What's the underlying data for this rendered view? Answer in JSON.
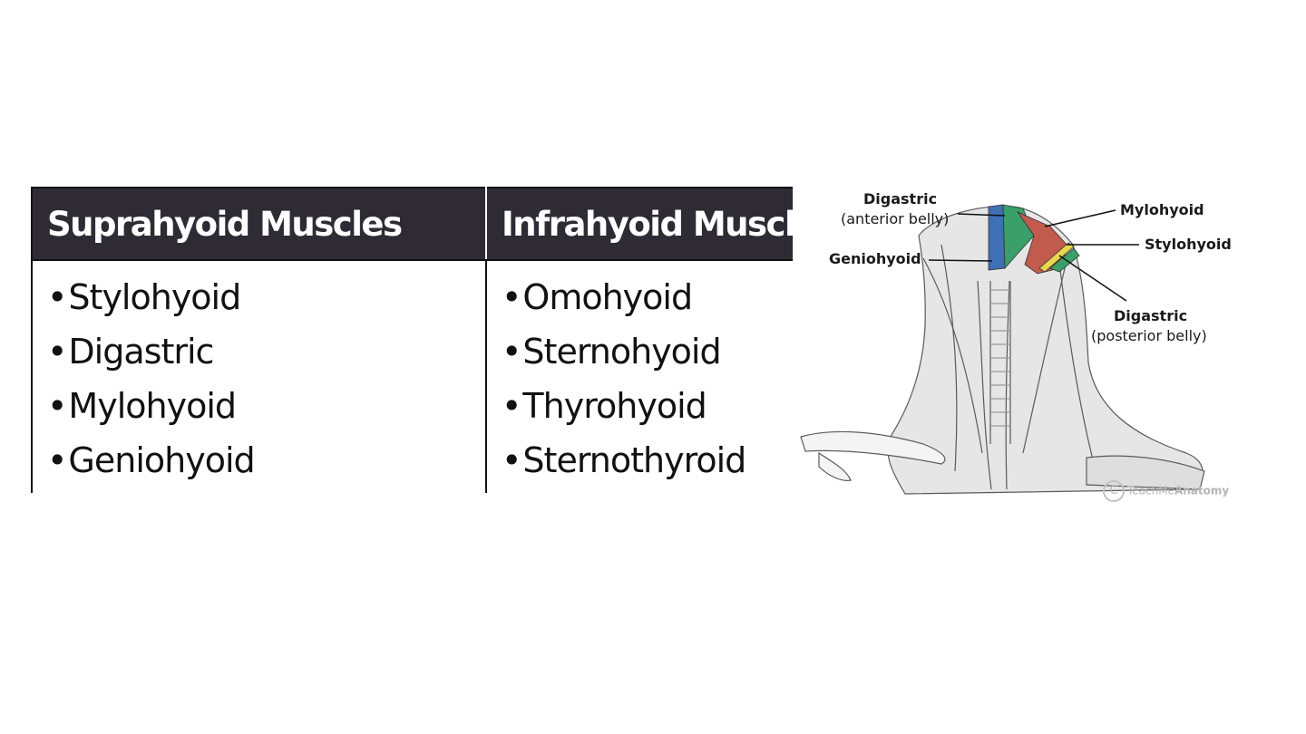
{
  "table": {
    "headers": [
      "Suprahyoid Muscles",
      "Infrahyoid Muscles"
    ],
    "suprahyoid": [
      "Stylohyoid",
      "Digastric",
      "Mylohyoid",
      "Geniohyoid"
    ],
    "infrahyoid": [
      "Omohyoid",
      "Sternohyoid",
      "Thyrohyoid",
      "Sternothyroid"
    ]
  },
  "figure": {
    "labels": {
      "digastric_anterior": "Digastric",
      "digastric_anterior_sub": "(anterior belly)",
      "mylohyoid": "Mylohyoid",
      "stylohyoid": "Stylohyoid",
      "geniohyoid": "Geniohyoid",
      "digastric_posterior": "Digastric",
      "digastric_posterior_sub": "(posterior belly)"
    },
    "watermark": {
      "c": "C",
      "teach": "TeachMe",
      "anatomy": "Anatomy"
    },
    "colors": {
      "geniohyoid": "#3f6fb5",
      "digastric": "#3aa069",
      "mylohyoid": "#c25a4e",
      "stylohyoid": "#e6d84a"
    }
  }
}
